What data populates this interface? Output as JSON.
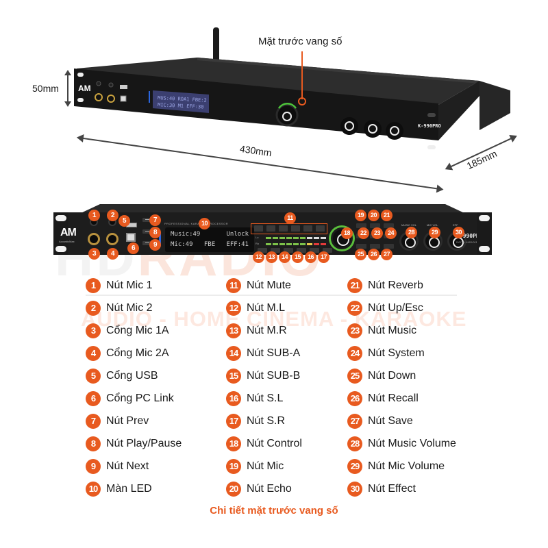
{
  "top_view": {
    "callout": "Mặt trước vang số",
    "dimensions": {
      "height": "50mm",
      "width": "430mm",
      "depth": "185mm"
    },
    "lcd_lines": [
      "MUS:40  ROA1  FBE:2",
      "MIC:30  M1    EFF:30"
    ]
  },
  "front_panel": {
    "brand": "AM",
    "brand_sub": "AcousticMax",
    "header": "PROFESSIONAL KARAOKE PROCESSOR",
    "lcd": {
      "row1_left": "Music:49",
      "row1_right": "Unlock",
      "row2_left": "Mic:49",
      "row2_mid": "FBE",
      "row2_right": "EFF:41"
    },
    "meter_labels": [
      "Lo",
      "Ro"
    ],
    "knob_labels": [
      "MUSIC VOL",
      "MIC VOL",
      "EFF"
    ],
    "model": "K-990PRO",
    "model_sub": "DIGITAL KARAOKE SYSTEM",
    "badges": [
      "1",
      "2",
      "3",
      "4",
      "5",
      "6",
      "7",
      "8",
      "9",
      "10",
      "11",
      "12",
      "13",
      "14",
      "15",
      "16",
      "17",
      "18",
      "19",
      "20",
      "21",
      "22",
      "23",
      "24",
      "25",
      "26",
      "27",
      "28",
      "29",
      "30"
    ]
  },
  "watermark": {
    "brand_left": "HD",
    "brand_right": "RADIO",
    "tagline": "AUDIO - HOME CINEMA - KARAOKE"
  },
  "legend": {
    "items": [
      {
        "num": "1",
        "label": "Nút Mic 1"
      },
      {
        "num": "2",
        "label": "Nút Mic 2"
      },
      {
        "num": "3",
        "label": "Cổng Mic 1A"
      },
      {
        "num": "4",
        "label": "Cổng Mic 2A"
      },
      {
        "num": "5",
        "label": "Cổng USB"
      },
      {
        "num": "6",
        "label": "Cổng PC Link"
      },
      {
        "num": "7",
        "label": "Nút Prev"
      },
      {
        "num": "8",
        "label": "Nút Play/Pause"
      },
      {
        "num": "9",
        "label": "Nút Next"
      },
      {
        "num": "10",
        "label": "Màn LED"
      },
      {
        "num": "11",
        "label": "Nút Mute"
      },
      {
        "num": "12",
        "label": "Nút M.L"
      },
      {
        "num": "13",
        "label": "Nút M.R"
      },
      {
        "num": "14",
        "label": "Nút SUB-A"
      },
      {
        "num": "15",
        "label": "Nút SUB-B"
      },
      {
        "num": "16",
        "label": "Nút S.L"
      },
      {
        "num": "17",
        "label": "Nút S.R"
      },
      {
        "num": "18",
        "label": "Nút Control"
      },
      {
        "num": "19",
        "label": "Nút Mic"
      },
      {
        "num": "20",
        "label": "Nút Echo"
      },
      {
        "num": "21",
        "label": "Nút Reverb"
      },
      {
        "num": "22",
        "label": "Nút Up/Esc"
      },
      {
        "num": "23",
        "label": "Nút Music"
      },
      {
        "num": "24",
        "label": "Nút System"
      },
      {
        "num": "25",
        "label": "Nút Down"
      },
      {
        "num": "26",
        "label": "Nút Recall"
      },
      {
        "num": "27",
        "label": "Nút Save"
      },
      {
        "num": "28",
        "label": "Nút Music Volume"
      },
      {
        "num": "29",
        "label": "Nút Mic Volume"
      },
      {
        "num": "30",
        "label": "Nút Effect"
      }
    ]
  },
  "caption": "Chi tiết mặt trước vang số",
  "colors": {
    "accent": "#e85a1f",
    "panel": "#1d1d1d",
    "lcd_bg": "#0d0d0d",
    "knob_ring": "#5abf3c",
    "jack_gold": "#b8913e"
  }
}
